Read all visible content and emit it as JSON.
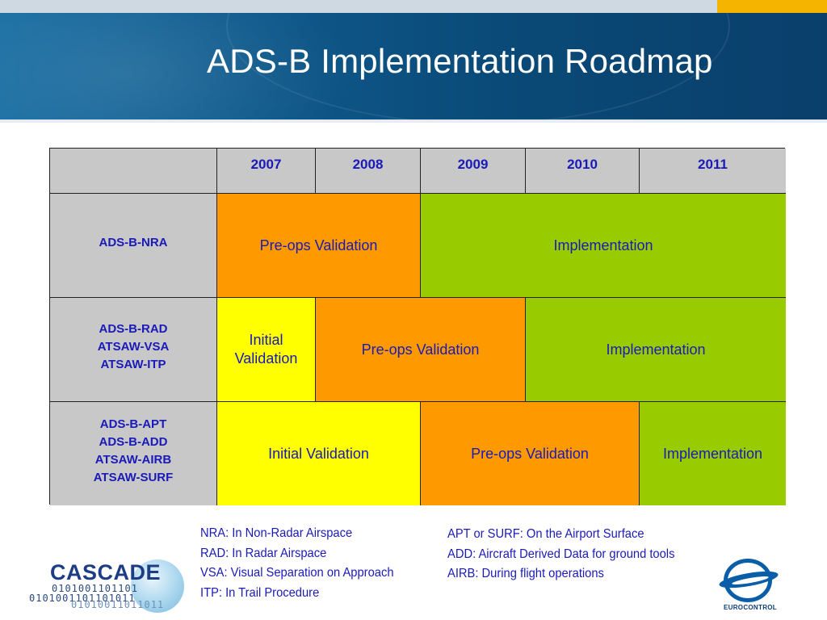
{
  "title": "ADS-B Implementation Roadmap",
  "table": {
    "years": [
      "2007",
      "2008",
      "2009",
      "2010",
      "2011"
    ],
    "rows": [
      {
        "labels": [
          "ADS-B-NRA"
        ],
        "phases": [
          {
            "name": "Pre-ops Validation"
          },
          {
            "name": "Implementation"
          }
        ]
      },
      {
        "labels": [
          "ADS-B-RAD",
          "ATSAW-VSA",
          "ATSAW-ITP"
        ],
        "phases": [
          {
            "name": "Initial Validation"
          },
          {
            "name": "Pre-ops Validation"
          },
          {
            "name": "Implementation"
          }
        ]
      },
      {
        "labels": [
          "ADS-B-APT",
          "ADS-B-ADD",
          "ATSAW-AIRB",
          "ATSAW-SURF"
        ],
        "phases": [
          {
            "name": "Initial Validation"
          },
          {
            "name": "Pre-ops Validation"
          },
          {
            "name": "Implementation"
          }
        ]
      }
    ]
  },
  "legend_left": [
    "NRA: In Non-Radar Airspace",
    "RAD: In Radar Airspace",
    "VSA: Visual Separation on Approach",
    "ITP: In Trail Procedure"
  ],
  "legend_right": [
    "APT or SURF: On the Airport Surface",
    "ADD: Aircraft Derived Data for ground tools",
    "AIRB: During flight operations"
  ],
  "logos": {
    "cascade": {
      "word": "CASCADE",
      "bits": [
        "0101001101101",
        "0101001101101011",
        "01010011011011"
      ]
    },
    "eurocontrol": {
      "name": "EUROCONTROL"
    }
  },
  "colors": {
    "header_blue": "#0a4a78",
    "accent_gold": "#f4b400",
    "label_gray": "#c8c8c8",
    "phase_initial": "#ffff00",
    "phase_preops": "#ff9900",
    "phase_implementation": "#99cc00",
    "text_blue": "#1a1ab8"
  }
}
